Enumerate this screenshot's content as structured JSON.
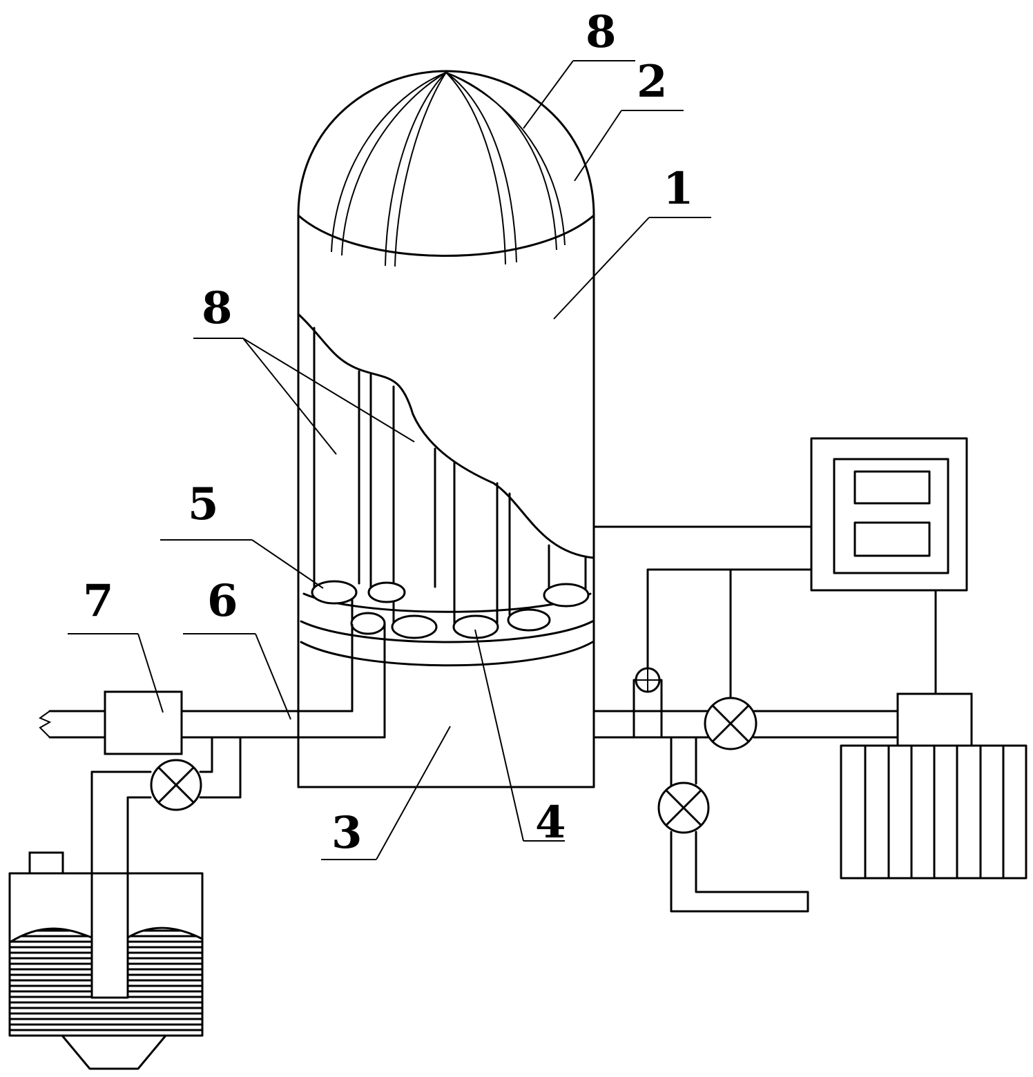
{
  "callouts": [
    {
      "id": "label-8-top",
      "text": "8"
    },
    {
      "id": "label-2",
      "text": "2"
    },
    {
      "id": "label-1",
      "text": "1"
    },
    {
      "id": "label-8-mid",
      "text": "8"
    },
    {
      "id": "label-5",
      "text": "5"
    },
    {
      "id": "label-7",
      "text": "7"
    },
    {
      "id": "label-6",
      "text": "6"
    },
    {
      "id": "label-3",
      "text": "3"
    },
    {
      "id": "label-4",
      "text": "4"
    }
  ],
  "colors": {
    "stroke": "#000000",
    "background": "#ffffff"
  }
}
